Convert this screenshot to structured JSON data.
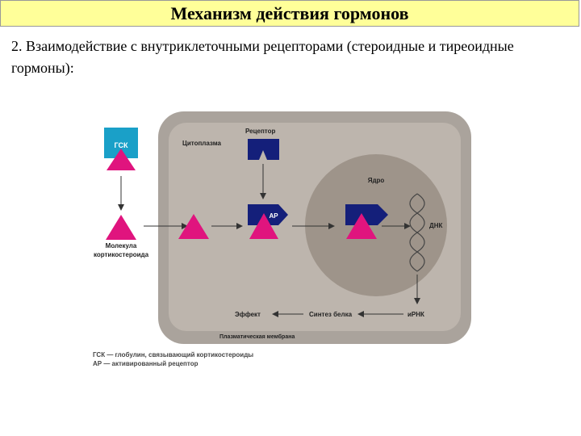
{
  "header": {
    "title": "Механизм действия гормонов"
  },
  "subtitle": "2. Взаимодействие с внутриклеточными рецепторами (стероидные и тиреоидные гормоны):",
  "diagram": {
    "labels": {
      "gsk_box": "ГСК",
      "molecule": "Молекула",
      "corticosteroid": "кортикостероида",
      "cytoplasm": "Цитоплазма",
      "receptor": "Рецептор",
      "ar": "АР",
      "nucleus": "Ядро",
      "dna": "ДНК",
      "mrna": "иРНК",
      "protein_synthesis": "Синтез белка",
      "effect": "Эффект",
      "membrane": "Плазматическая мембрана"
    },
    "legend": [
      "ГСК — глобулин, связывающий кортикостероиды",
      "АР — активированный рецептор"
    ]
  },
  "colors": {
    "title_bg": "#ffff99",
    "cell_fill": "#bdb5ad",
    "membrane": "#aaa39c",
    "nucleus": "#9e948a",
    "hormone": "#e0147e",
    "receptor": "#141f7a",
    "gsk_box": "#1aa0c8"
  }
}
